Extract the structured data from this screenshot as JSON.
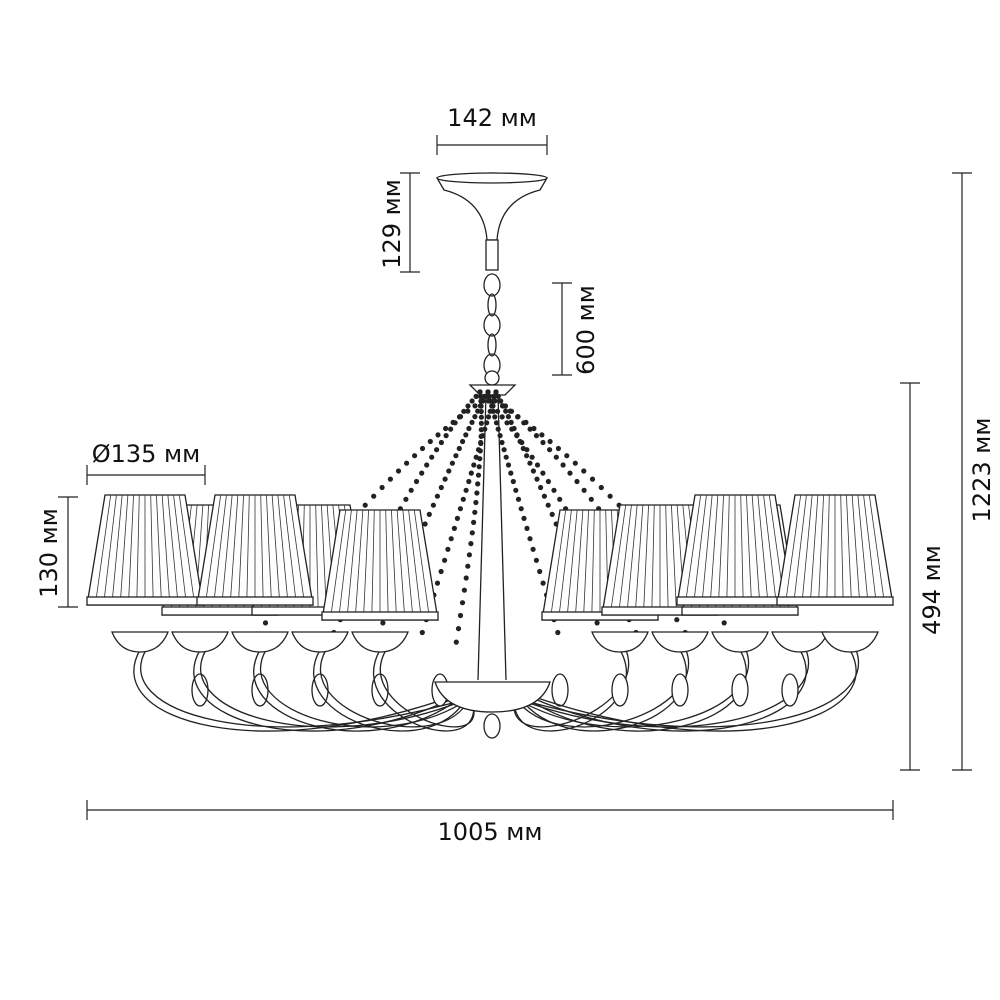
{
  "dimensions": {
    "canopy_width": "142 мм",
    "canopy_height": "129 мм",
    "chain_length": "600 мм",
    "shade_diameter": "Ø135 мм",
    "shade_height": "130 мм",
    "body_height": "494 мм",
    "total_height": "1223 мм",
    "total_width": "1005 мм"
  },
  "colors": {
    "line": "#222222",
    "background": "#ffffff"
  }
}
